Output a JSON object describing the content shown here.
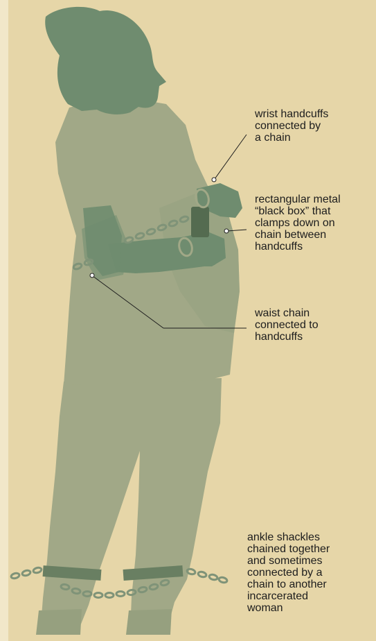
{
  "colors": {
    "background": "#e6d6a8",
    "left_rule": "#f1e7c9",
    "head_skin": "#6f8c6f",
    "uniform": "#a1a887",
    "uniform_shade": "#96a07f",
    "chain": "#7f9378",
    "shackle_band": "#697f62",
    "leader_line": "#1d1d1d"
  },
  "annotations": {
    "wrist_handcuffs": "wrist handcuffs\nconnected by\na chain",
    "black_box": "rectangular metal\n“black box” that\nclamps down on\nchain between\nhandcuffs",
    "waist_chain": "waist chain\nconnected to\nhandcuffs",
    "ankle_shackles": "ankle shackles\nchained together\nand sometimes\nconnected by a\nchain to another\nincarcerated\nwoman"
  }
}
